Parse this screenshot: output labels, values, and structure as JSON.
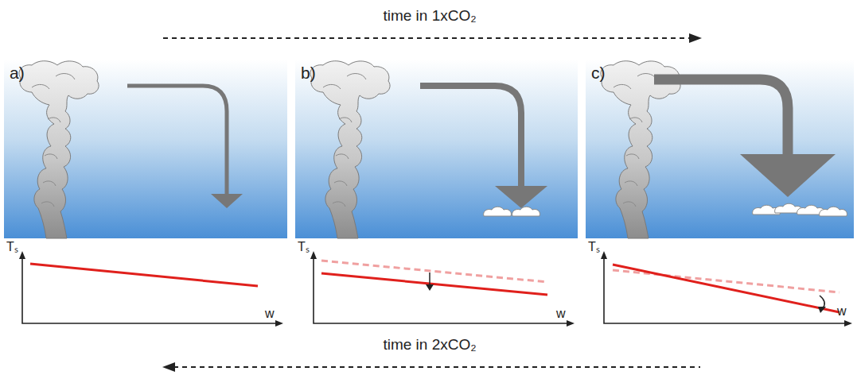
{
  "diagram": {
    "labels": [
      "time in 1xCO₂",
      "a)",
      "b)",
      "c)",
      "Tₛ",
      "w",
      "Tₛ",
      "w",
      "Tₛ",
      "w",
      "time in 2xCO₂"
    ]
  }
}
